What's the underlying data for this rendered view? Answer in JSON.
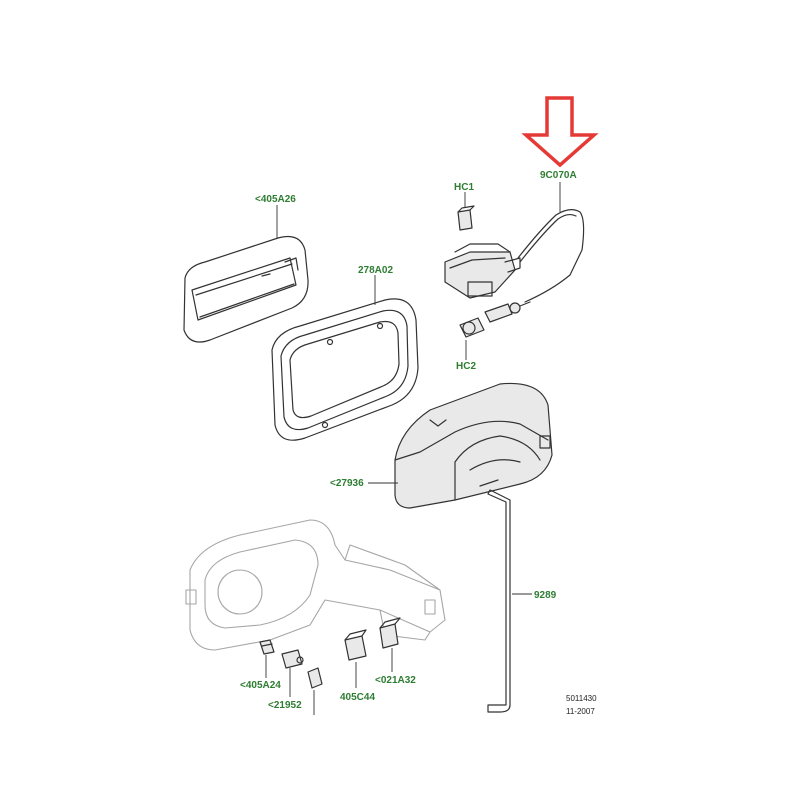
{
  "callouts": {
    "c_405a26": "<405A26",
    "c_278a02": "278A02",
    "c_hc1": "HC1",
    "c_9c070a": "9C070A",
    "c_hc2": "HC2",
    "c_27936": "<27936",
    "c_9289": "9289",
    "c_405a24": "<405A24",
    "c_21952": "<21952",
    "c_405c44": "405C44",
    "c_021a32": "<021A32"
  },
  "figure_meta": {
    "figure_number": "5011430",
    "date": "11-2007"
  },
  "highlight": {
    "arrow_color": "#e53935",
    "target": "9C070A"
  },
  "colors": {
    "callout_text": "#2e7d32",
    "line_art": "#333333",
    "ghost_part": "#a6a6a6"
  }
}
